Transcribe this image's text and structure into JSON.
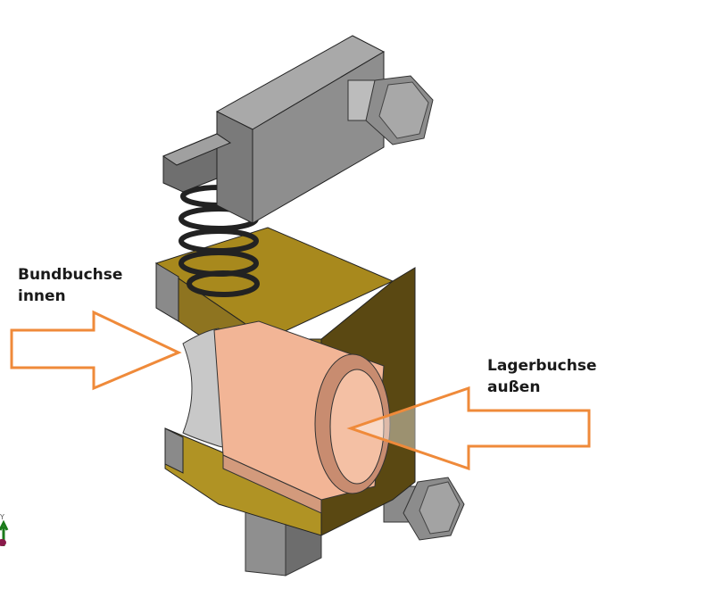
{
  "labels": {
    "inner": {
      "line1": "Bundbuchse",
      "line2": "innen"
    },
    "outer": {
      "line1": "Lagerbuchse",
      "line2": "außen"
    }
  },
  "colors": {
    "arrow": "#ef8a3a",
    "housing": "#a88a1c",
    "housing_dark": "#5c4a12",
    "bushing": "#f0b294",
    "steel": "#9a9a9a",
    "spring": "#222222"
  },
  "triad": {
    "axis_label": "Y"
  }
}
